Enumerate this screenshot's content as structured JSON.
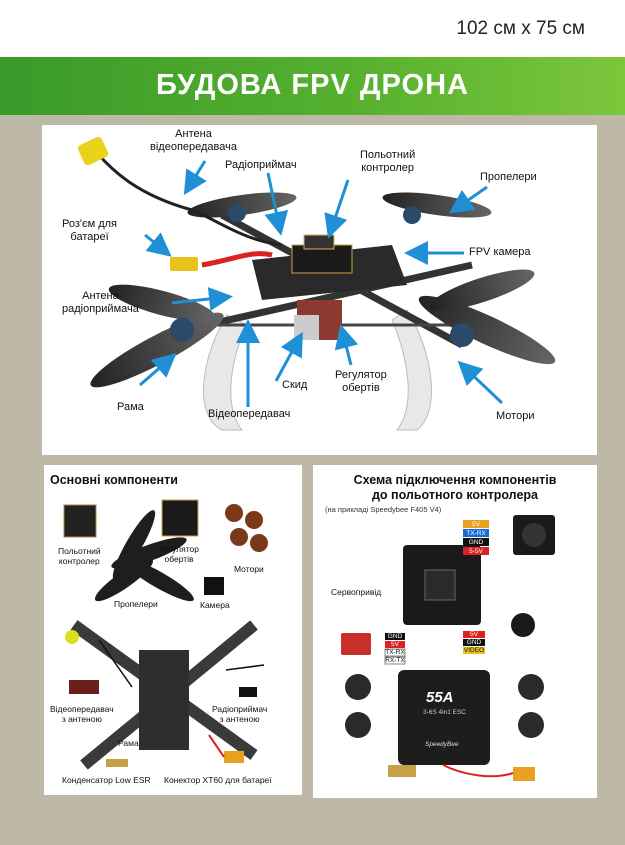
{
  "poster": {
    "size_label": "102 см х 75 см",
    "title": "БУДОВА FPV ДРОНА"
  },
  "colors": {
    "banner": "#4ea82c",
    "frame": "#bdb9a6",
    "arrow": "#1f8fd6",
    "wire_red": "#d22",
    "accent_yellow": "#e8c21a"
  },
  "drone_labels": {
    "vtx_antenna": "Антена\nвідеопередавача",
    "receiver": "Радіоприймач",
    "flight_controller": "Польотний\nконтролер",
    "propellers": "Пропелери",
    "battery_connector": "Роз'єм для\nбатареї",
    "fpv_camera": "FPV камера",
    "receiver_antenna": "Антена\nрадіоприймача",
    "frame": "Рама",
    "skid": "Скид",
    "esc": "Регулятор\nобертів",
    "motors": "Мотори",
    "vtx": "Відеопередавач"
  },
  "components_panel": {
    "title": "Основні компоненти",
    "labels": {
      "fc": "Польотний\nконтролер",
      "esc": "Регулятор\nобертів",
      "motors": "Мотори",
      "props": "Пропелери",
      "camera": "Камера",
      "vtx": "Відеопередавач\nз антеною",
      "receiver": "Радіоприймач\nз антеною",
      "frame": "Рама",
      "capacitor": "Конденсатор Low ESR",
      "xt60": "Конектор XT60 для батареї"
    }
  },
  "wiring_panel": {
    "title": "Схема підключення компонентів\nдо польотного контролера",
    "subtitle": "(на прикладі Speedybee F405 V4)",
    "servo_label": "Сервопривід",
    "pins_camera": [
      "5V",
      "TX-RX",
      "GND",
      "5-5V"
    ],
    "pins_receiver": [
      "GND",
      "5V",
      "TX-RX",
      "RX-TX"
    ],
    "pins_vtx": [
      "5V",
      "GND",
      "VIDEO"
    ],
    "esc_rating": "55A",
    "esc_sub": "3-6S 4in1 ESC",
    "esc_brand": "SpeedyBee"
  }
}
